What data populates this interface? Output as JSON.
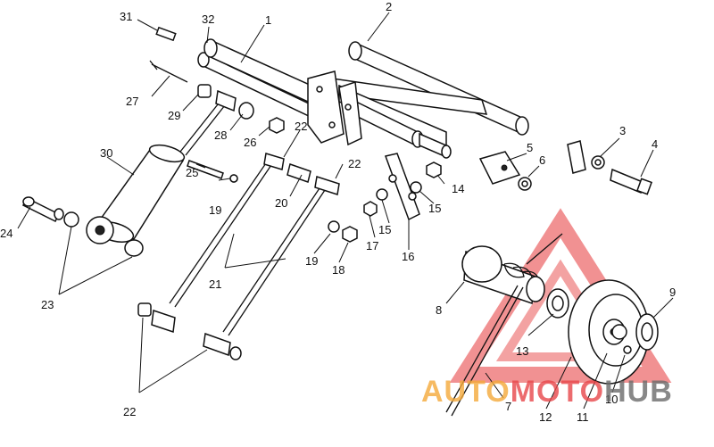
{
  "parts": {
    "p1": "1",
    "p2": "2",
    "p3": "3",
    "p4": "4",
    "p5": "5",
    "p6": "6",
    "p7": "7",
    "p8": "8",
    "p9": "9",
    "p10": "10",
    "p11": "11",
    "p12": "12",
    "p13": "13",
    "p14": "14",
    "p15a": "15",
    "p15b": "15",
    "p16": "16",
    "p17": "17",
    "p18": "18",
    "p19a": "19",
    "p19b": "19",
    "p20": "20",
    "p21": "21",
    "p22a": "22",
    "p22b": "22",
    "p22c": "22",
    "p23": "23",
    "p24": "24",
    "p25": "25",
    "p26": "26",
    "p27": "27",
    "p28": "28",
    "p29": "29",
    "p30": "30",
    "p31": "31",
    "p32": "32"
  },
  "watermark": {
    "auto": "AUTO",
    "moto": "MOTO",
    "hub": "HUB",
    "colors": {
      "red": "#e8474a",
      "orange": "#f4a93a",
      "gray": "#6b6b6b"
    }
  }
}
